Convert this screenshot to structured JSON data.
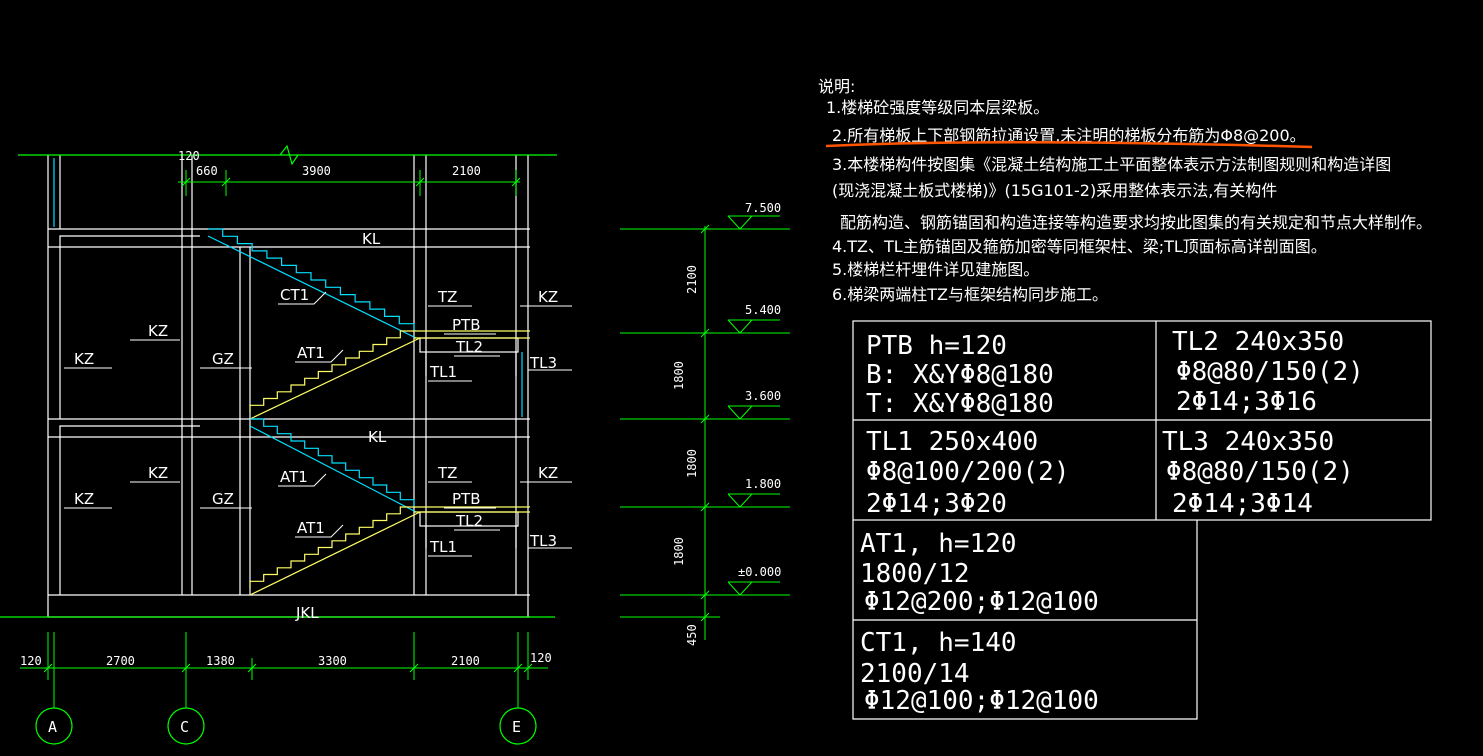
{
  "colors": {
    "background": "#000000",
    "structure": "#ffffff",
    "dimension": "#00ff00",
    "stair_yellow": "#ffff66",
    "stair_cyan": "#00e0ff",
    "leader": "#ffffff",
    "highlight": "#ff5500"
  },
  "top_dims": {
    "d120": "120",
    "d660": "660",
    "d3900": "3900",
    "d2100": "2100"
  },
  "bottom_dims": {
    "d120a": "120",
    "d2700": "2700",
    "d1380": "1380",
    "d3300": "3300",
    "d2100": "2100",
    "d120b": "120"
  },
  "axes": {
    "a": "A",
    "c": "C",
    "e": "E"
  },
  "beams": {
    "kl1": "KL",
    "kl2": "KL",
    "jkl": "JKL"
  },
  "labels": {
    "kz_left1": "KZ",
    "kz_mid1": "KZ",
    "gz1": "GZ",
    "ct1": "CT1",
    "tz1": "TZ",
    "kz_right1": "KZ",
    "ptb1": "PTB",
    "at1_upper": "AT1",
    "tl2_1": "TL2",
    "tl3_1": "TL3",
    "tl1_1": "TL1",
    "kz_left2": "KZ",
    "kz_mid2": "KZ",
    "gz2": "GZ",
    "at1_mid": "AT1",
    "tz2": "TZ",
    "kz_right2": "KZ",
    "ptb2": "PTB",
    "at1_lower": "AT1",
    "tl2_2": "TL2",
    "tl3_2": "TL3",
    "tl1_2": "TL1"
  },
  "elevations": {
    "e1": "7.500",
    "e2": "5.400",
    "e3": "3.600",
    "e4": "1.800",
    "e5": "±0.000"
  },
  "vert_dims": {
    "v1": "2100",
    "v2": "1800",
    "v3": "1800",
    "v4": "1800",
    "v5": "450"
  },
  "notes": {
    "title": "说明:",
    "n1": "1.楼梯砼强度等级同本层梁板。",
    "n2": "2.所有梯板上下部钢筋拉通设置,未注明的梯板分布筋为Φ8@200。",
    "n3": "3.本楼梯构件按图集《混凝土结构施工土平面整体表示方法制图规则和构造详图",
    "n3b": "(现浇混凝土板式楼梯)》(15G101-2)采用整体表示法,有关构件",
    "n3c": "配筋构造、钢筋锚固和构造连接等构造要求均按此图集的有关规定和节点大样制作。",
    "n4": "4.TZ、TL主筋锚固及箍筋加密等同框架柱、梁;TL顶面标高详剖面图。",
    "n5": "5.楼梯栏杆埋件详见建施图。",
    "n6": "6.梯梁两端柱TZ与框架结构同步施工。"
  },
  "table": {
    "ptb": [
      "PTB h=120",
      "B: X&YΦ8@180",
      "T: X&YΦ8@180"
    ],
    "tl2": [
      "TL2 240x350",
      "Φ8@80/150(2)",
      "2Φ14;3Φ16"
    ],
    "tl1": [
      "TL1 250x400",
      "Φ8@100/200(2)",
      "2Φ14;3Φ20"
    ],
    "tl3": [
      "TL3 240x350",
      "Φ8@80/150(2)",
      "2Φ14;3Φ14"
    ],
    "at1": [
      "AT1, h=120",
      "1800/12",
      "Φ12@200;Φ12@100"
    ],
    "ct1": [
      "CT1, h=140",
      "2100/14",
      "Φ12@100;Φ12@100"
    ]
  }
}
